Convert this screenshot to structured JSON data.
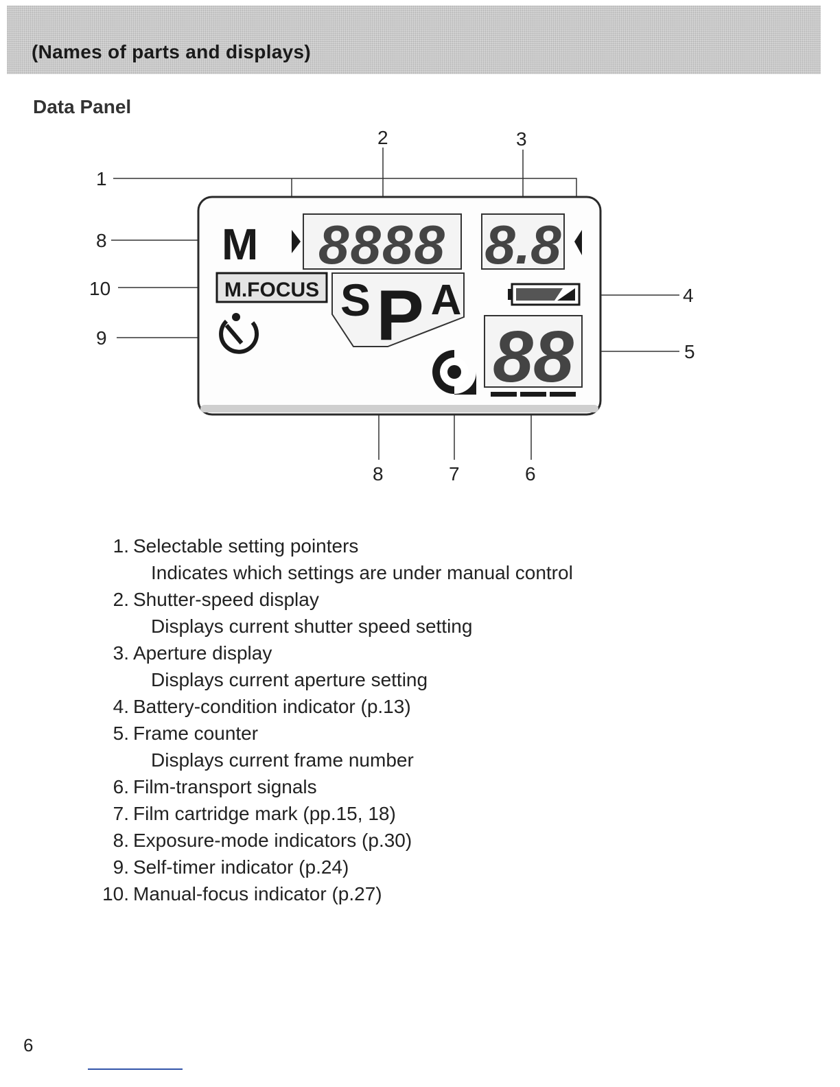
{
  "header": {
    "section_heading": "(Names of parts and displays)",
    "subheading": "Data Panel"
  },
  "diagram": {
    "callouts": [
      "1",
      "2",
      "3",
      "8",
      "10",
      "9",
      "4",
      "5",
      "8",
      "7",
      "6"
    ],
    "lcd": {
      "mode_letter": "M",
      "manual_focus_badge": "M.FOCUS",
      "exposure_modes": [
        "S",
        "P",
        "A"
      ],
      "shutter_digits": "8888",
      "aperture_digits": "8.8",
      "frame_digits": "88"
    }
  },
  "parts": [
    {
      "number": "1.",
      "label": "Selectable setting pointers",
      "description": "Indicates which settings are under manual control"
    },
    {
      "number": "2.",
      "label": "Shutter-speed display",
      "description": "Displays current shutter speed setting"
    },
    {
      "number": "3.",
      "label": "Aperture display",
      "description": "Displays current aperture setting"
    },
    {
      "number": "4.",
      "label": "Battery-condition indicator (p.13)"
    },
    {
      "number": "5.",
      "label": "Frame counter",
      "description": "Displays current frame number"
    },
    {
      "number": "6.",
      "label": "Film-transport signals"
    },
    {
      "number": "7.",
      "label": "Film cartridge mark (pp.15, 18)"
    },
    {
      "number": "8.",
      "label": "Exposure-mode indicators (p.30)"
    },
    {
      "number": "9.",
      "label": "Self-timer indicator (p.24)"
    },
    {
      "number": "10.",
      "label": "Manual-focus indicator (p.27)"
    }
  ],
  "footer": {
    "page_number": "6"
  }
}
